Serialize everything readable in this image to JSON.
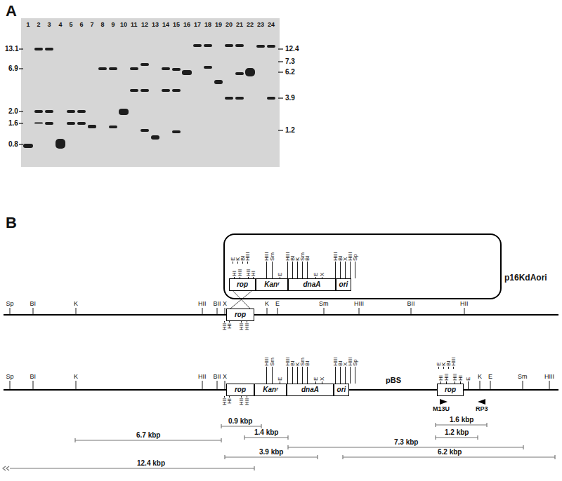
{
  "diagram": {
    "nodes": [
      {
        "text": [
          "p16KdAori"
        ]
      },
      {
        "text": [
          "rop"
        ],
        "in": 0
      },
      {
        "text": [
          "Kanʳ"
        ],
        "in": 0
      },
      {
        "text": [
          "dnaA"
        ],
        "in": 0
      },
      {
        "text": [
          "ori"
        ],
        "in": 0
      },
      {
        "text": [
          "rop"
        ]
      },
      {
        "text": [
          "rop"
        ]
      },
      {
        "text": [
          "Kanʳ"
        ]
      },
      {
        "text": [
          "dnaA"
        ]
      },
      {
        "text": [
          "ori"
        ]
      },
      {
        "text": [
          "rop"
        ]
      }
    ],
    "edges": [
      {
        "from": 1,
        "to": 5,
        "arrow": "none"
      },
      {
        "from": 1,
        "to": 5,
        "arrow": "none"
      }
    ],
    "labels": [
      "A",
      "1",
      "2",
      "3",
      "4",
      "5",
      "6",
      "7",
      "8",
      "9",
      "10",
      "11",
      "12",
      "13",
      "14",
      "15",
      "16",
      "17",
      "18",
      "19",
      "20",
      "21",
      "22",
      "23",
      "24",
      "13.1",
      "6.9",
      "2.0",
      "1.6",
      "0.8",
      "12.4",
      "7.3",
      "6.2",
      "3.9",
      "1.2",
      "B",
      "E",
      "K",
      "BI",
      "HIII",
      "HI",
      "HII",
      "HII",
      "HI",
      "HIII",
      "Sm",
      "E",
      "HIII",
      "BI",
      "K",
      "Sm",
      "BI",
      "E",
      "X",
      "HIII",
      "BI",
      "X",
      "HIII",
      "Sp",
      "Sp",
      "BI",
      "K",
      "HII",
      "BII",
      "X",
      "K",
      "E",
      "Sm",
      "HIII",
      "BII",
      "HII",
      "HII",
      "HI",
      "HII",
      "HII",
      "Sp",
      "BI",
      "K",
      "HII",
      "BII",
      "X",
      "HII",
      "HI",
      "HII",
      "HII",
      "HIII",
      "Sm",
      "E",
      "HIII",
      "BI",
      "K",
      "Sm",
      "BI",
      "E",
      "X",
      "HIII",
      "BI",
      "X",
      "HIII",
      "Sp",
      "E",
      "K",
      "BI",
      "HIII",
      "HI",
      "HII",
      "HII",
      "HI",
      "E",
      "K",
      "E",
      "Sm",
      "HIII",
      "pBS",
      "M13U",
      "RP3",
      "0.9 kbp",
      "1.6 kbp",
      "1.4 kbp",
      "1.2 kbp",
      "6.7 kbp",
      "7.3 kbp",
      "3.9 kbp",
      "6.2 kbp",
      "12.4 kbp"
    ]
  }
}
